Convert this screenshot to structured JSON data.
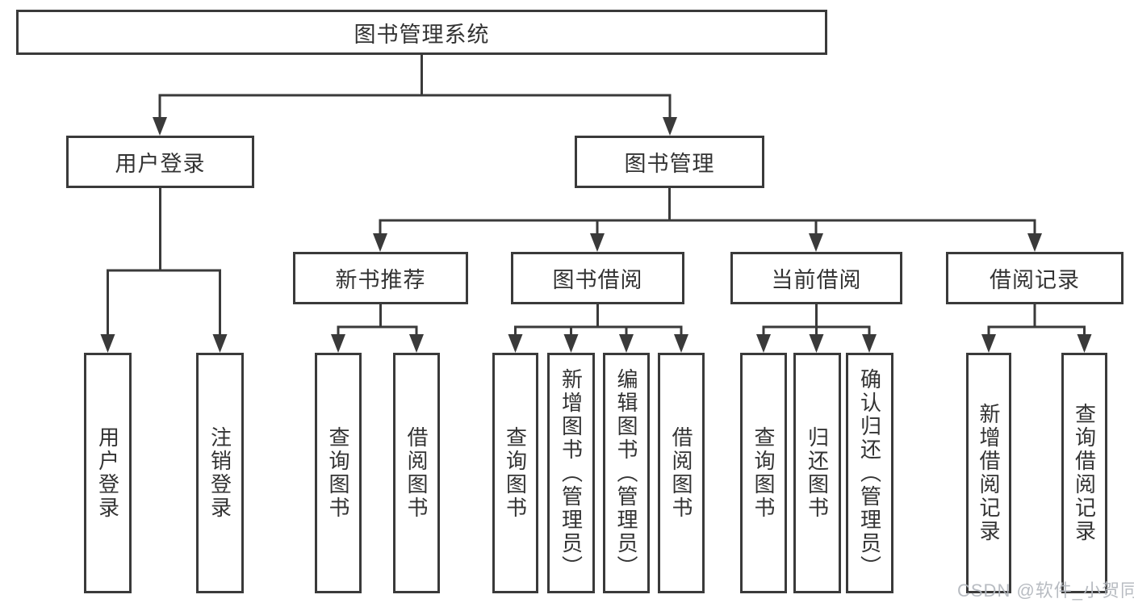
{
  "diagram_title": "图书管理系统",
  "tree": {
    "label": "图书管理系统",
    "children": [
      {
        "label": "用户登录",
        "children": [
          {
            "label": "用户登录"
          },
          {
            "label": "注销登录"
          }
        ]
      },
      {
        "label": "图书管理",
        "children": [
          {
            "label": "新书推荐",
            "children": [
              {
                "label": "查询图书"
              },
              {
                "label": "借阅图书"
              }
            ]
          },
          {
            "label": "图书借阅",
            "children": [
              {
                "label": "查询图书"
              },
              {
                "label": "新增图书（管理员）"
              },
              {
                "label": "编辑图书（管理员）"
              },
              {
                "label": "借阅图书"
              }
            ]
          },
          {
            "label": "当前借阅",
            "children": [
              {
                "label": "查询图书"
              },
              {
                "label": "归还图书"
              },
              {
                "label": "确认归还（管理员）"
              }
            ]
          },
          {
            "label": "借阅记录",
            "children": [
              {
                "label": "新增借阅记录"
              },
              {
                "label": "查询借阅记录"
              }
            ]
          }
        ]
      }
    ]
  },
  "watermark": "CSDN @软件_小贺同学",
  "colors": {
    "line": "#3a3a3a",
    "text": "#333333",
    "background": "#ffffff",
    "watermark": "#b2b6bd"
  }
}
